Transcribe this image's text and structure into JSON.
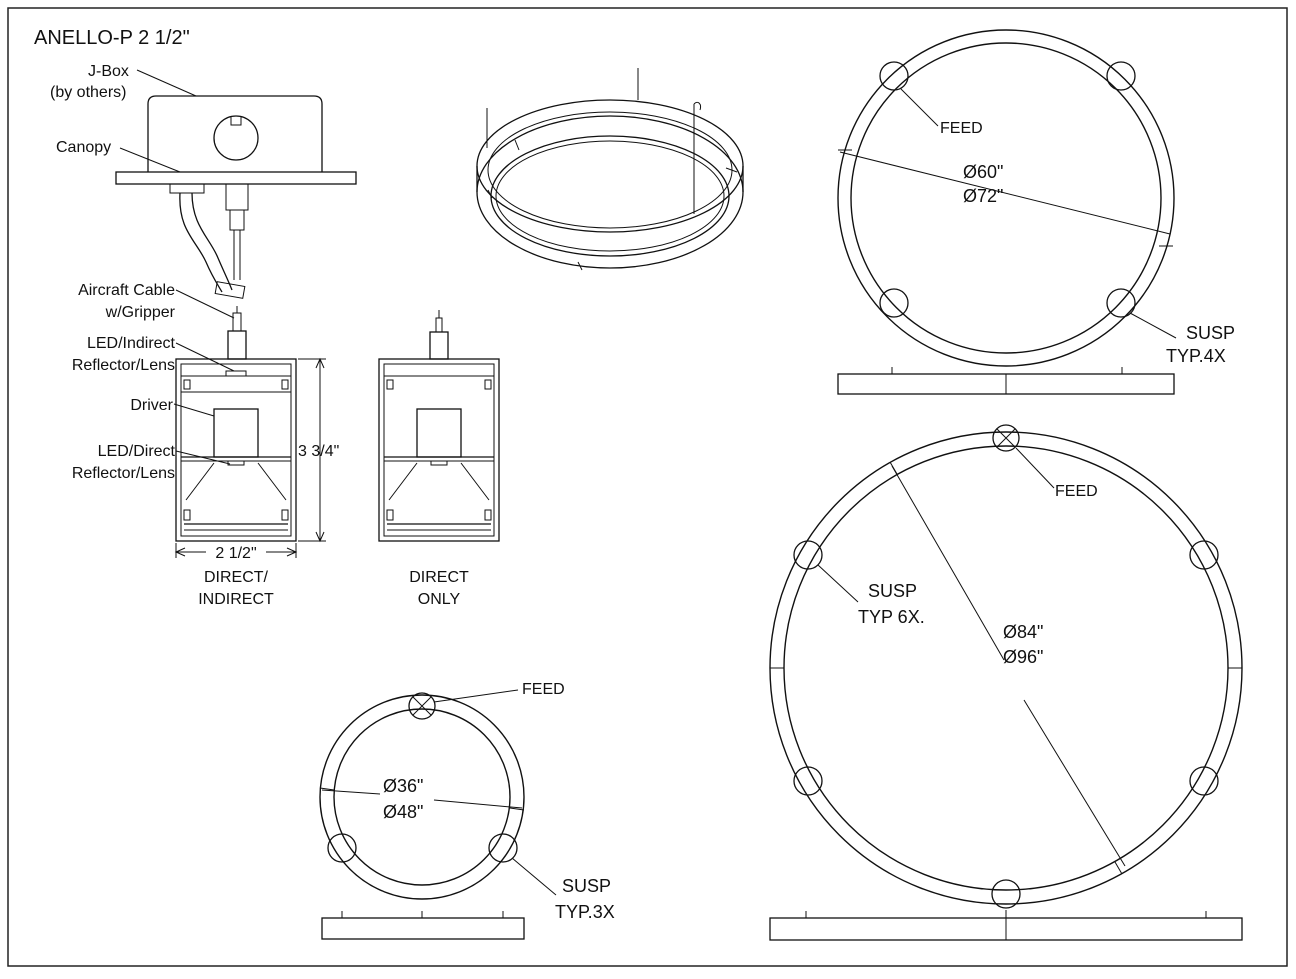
{
  "title": "ANELLO-P 2 1/2\"",
  "section": {
    "jbox": "J-Box",
    "jbox_note": "(by others)",
    "canopy": "Canopy",
    "cable_1": "Aircraft Cable",
    "cable_2": "w/Gripper",
    "led_indirect_1": "LED/Indirect",
    "led_indirect_2": "Reflector/Lens",
    "driver": "Driver",
    "led_direct_1": "LED/Direct",
    "led_direct_2": "Reflector/Lens",
    "height": "3 3/4\"",
    "width": "2 1/2\"",
    "variant_a_1": "DIRECT/",
    "variant_a_2": "INDIRECT",
    "variant_b_1": "DIRECT",
    "variant_b_2": "ONLY"
  },
  "rings": {
    "medium": {
      "feed": "FEED",
      "dia_inner": "Ø60\"",
      "dia_outer": "Ø72\"",
      "susp_1": "SUSP",
      "susp_2": "TYP.4X"
    },
    "large": {
      "feed": "FEED",
      "dia_inner": "Ø84\"",
      "dia_outer": "Ø96\"",
      "susp_1": "SUSP",
      "susp_2": "TYP 6X."
    },
    "small": {
      "feed": "FEED",
      "dia_inner": "Ø36\"",
      "dia_outer": "Ø48\"",
      "susp_1": "SUSP",
      "susp_2": "TYP.3X"
    }
  }
}
